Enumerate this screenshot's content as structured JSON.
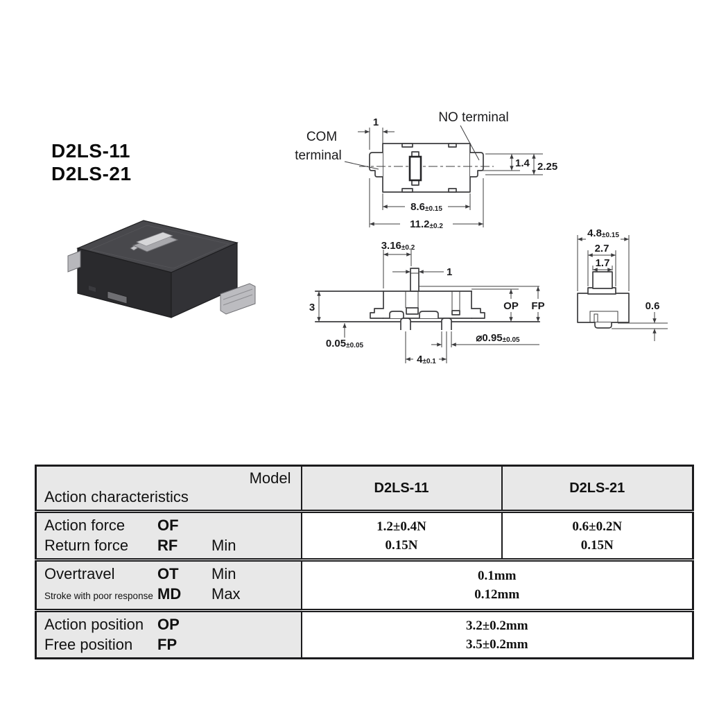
{
  "product": {
    "models": [
      "D2LS-11",
      "D2LS-21"
    ]
  },
  "drawings": {
    "top_view": {
      "no_terminal": "NO terminal",
      "com_line1": "COM",
      "com_line2": "terminal",
      "dim_top_gap": "1",
      "dim_terminal_h": "1.4",
      "dim_terminal_span": "2.25",
      "dim_body_w": "8.6",
      "tol_body_w": "±0.15",
      "dim_overall_w": "11.2",
      "tol_overall_w": "±0.2"
    },
    "side_view": {
      "dim_plunger_pos": "3.16",
      "tol_plunger_pos": "±0.2",
      "dim_plunger_w": "1",
      "dim_body_h": "3",
      "op": "OP",
      "fp": "FP",
      "dim_standoff": "0.05",
      "tol_standoff": "±0.05",
      "dim_foot_dia": "⌀0.95",
      "tol_foot_dia": "±0.05",
      "dim_foot_pitch": "4",
      "tol_foot_pitch": "±0.1"
    },
    "end_view": {
      "dim_body_w": "4.8",
      "tol_body_w": "±0.15",
      "dim_flange_w": "2.7",
      "dim_plunger_w": "1.7",
      "dim_terminal_t": "0.6"
    }
  },
  "table": {
    "header": {
      "model_label": "Model",
      "row_axis_label": "Action characteristics",
      "columns": [
        "D2LS-11",
        "D2LS-21"
      ]
    },
    "rows": [
      {
        "lines": [
          {
            "name": "Action force",
            "code": "OF",
            "qual": ""
          },
          {
            "name": "Return force",
            "code": "RF",
            "qual": "Min"
          }
        ],
        "values": [
          [
            "1.2±0.4N",
            "0.15N"
          ],
          [
            "0.6±0.2N",
            "0.15N"
          ]
        ]
      },
      {
        "lines": [
          {
            "name": "Overtravel",
            "code": "OT",
            "qual": "Min"
          },
          {
            "name": "Stroke with poor response",
            "code": "MD",
            "qual": "Max"
          }
        ],
        "merged": [
          "0.1mm",
          "0.12mm"
        ]
      },
      {
        "lines": [
          {
            "name": "Action position",
            "code": "OP",
            "qual": ""
          },
          {
            "name": "Free position",
            "code": "FP",
            "qual": ""
          }
        ],
        "merged": [
          "3.2±0.2mm",
          "3.5±0.2mm"
        ]
      }
    ]
  }
}
